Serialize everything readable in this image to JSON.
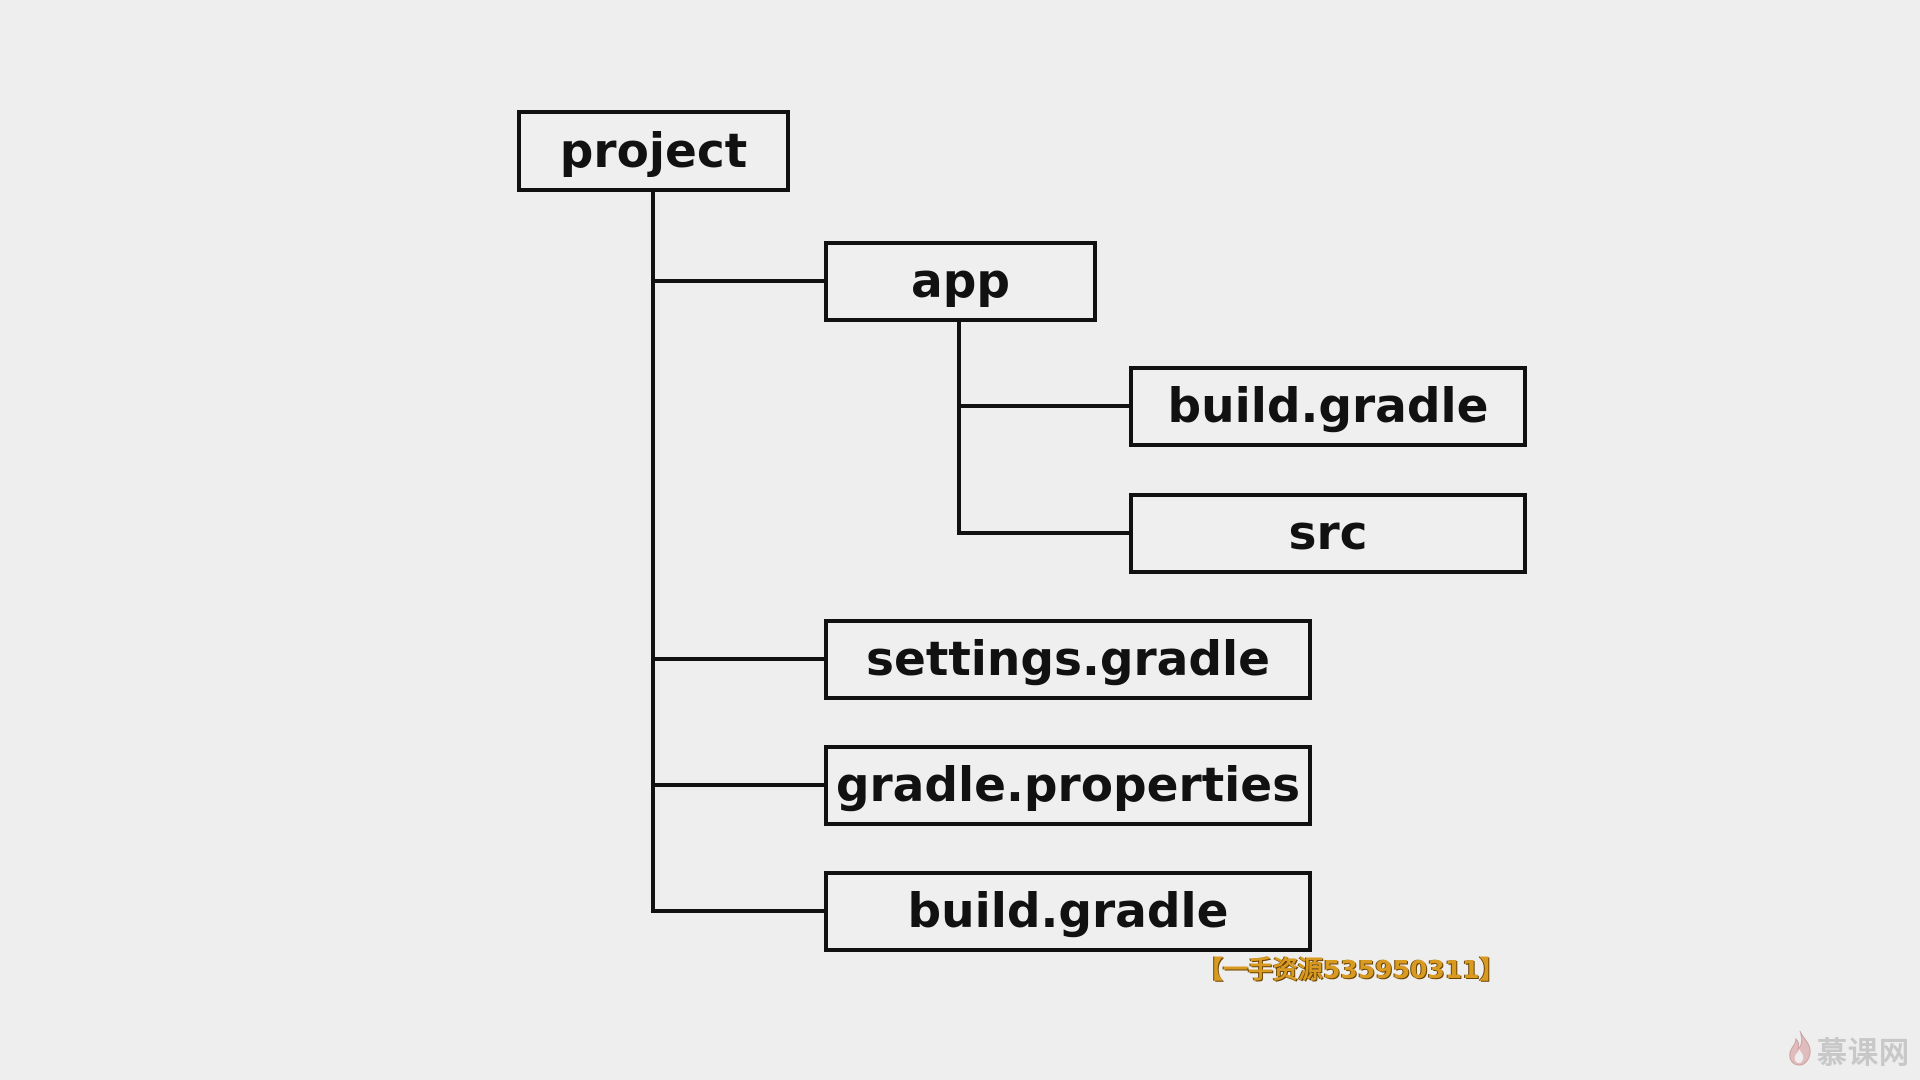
{
  "tree": {
    "root": "project",
    "app": "app",
    "app_build_gradle": "build.gradle",
    "app_src": "src",
    "settings_gradle": "settings.gradle",
    "gradle_properties": "gradle.properties",
    "root_build_gradle": "build.gradle"
  },
  "overlay": {
    "watermark": "【一手资源535950311】",
    "logo_text": "慕课网",
    "logo_icon": "flame-icon"
  },
  "colors": {
    "background": "#eeeeee",
    "stroke": "#111111",
    "watermark": "#d99a22",
    "logo": "#c8c8c8"
  }
}
